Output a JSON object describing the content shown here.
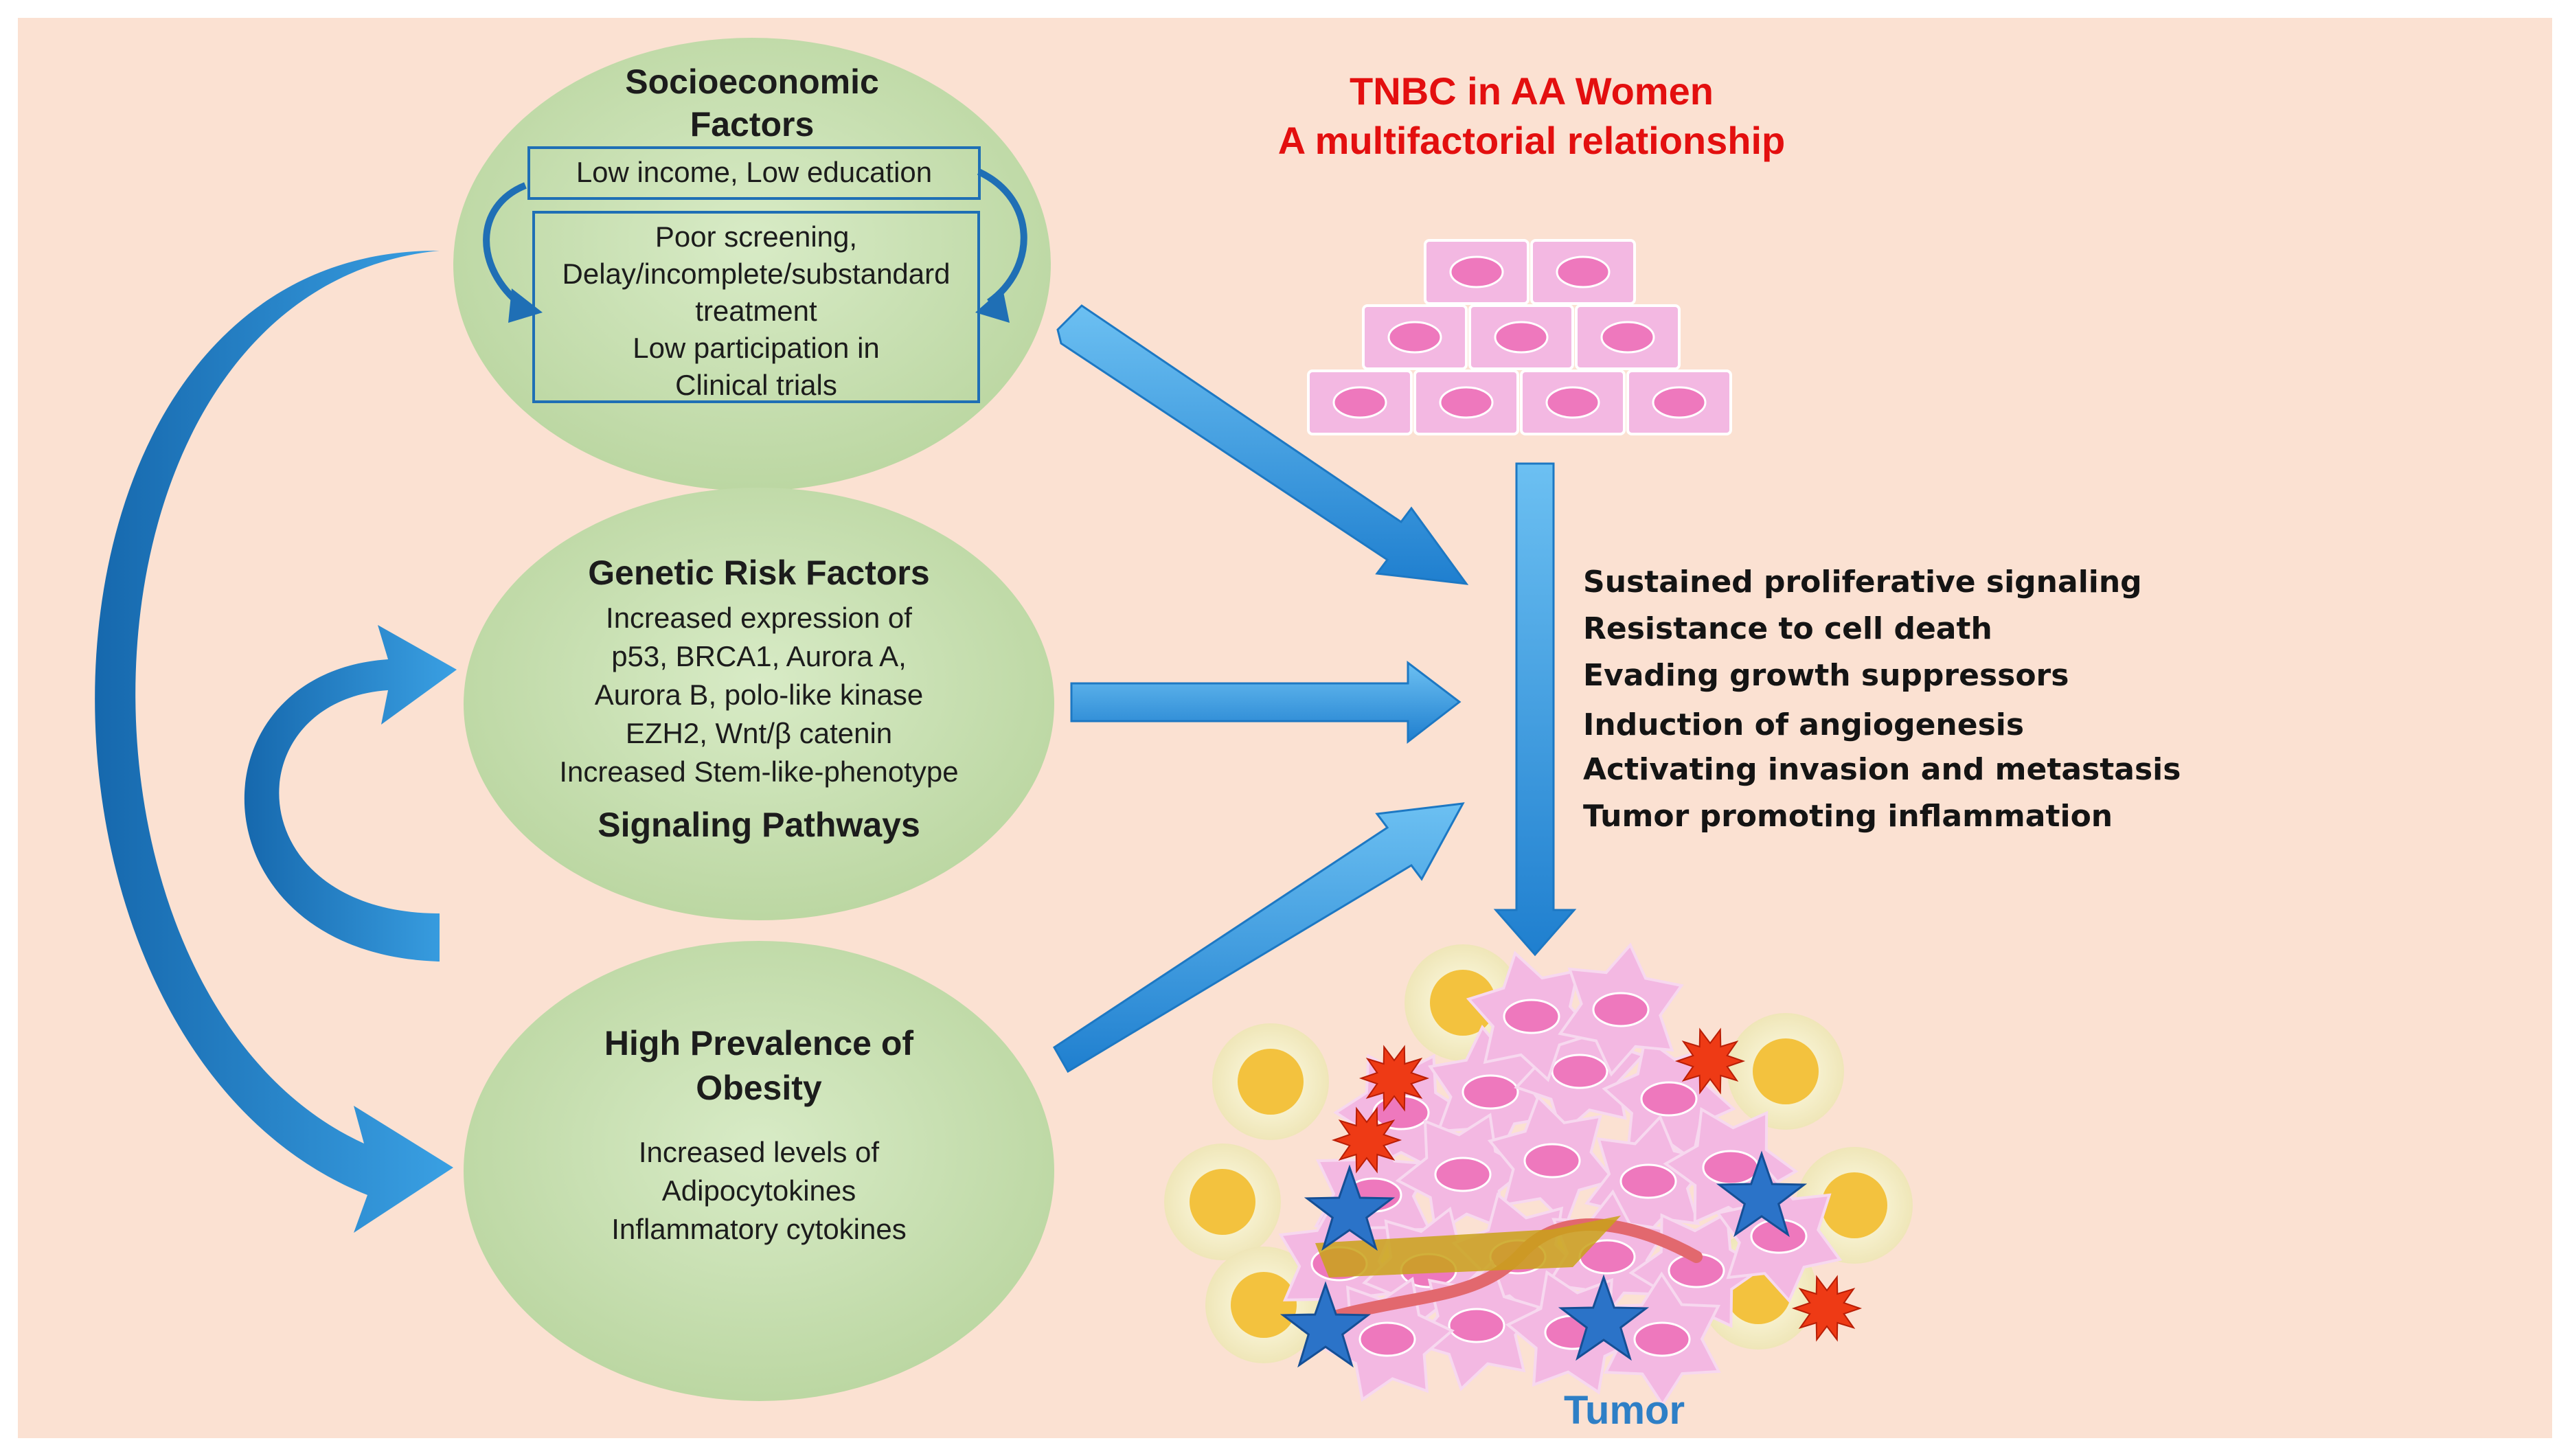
{
  "title": {
    "line1": "TNBC in AA Women",
    "line2": "A multifactorial relationship"
  },
  "socioeconomic": {
    "heading1": "Socioeconomic",
    "heading2": "Factors",
    "box1": "Low income, Low education",
    "box2": [
      "Poor screening,",
      "Delay/incomplete/substandard",
      "treatment",
      "Low participation in",
      "Clinical trials"
    ]
  },
  "genetic": {
    "heading": "Genetic Risk Factors",
    "lines": [
      "Increased expression of",
      "p53, BRCA1, Aurora A,",
      "Aurora B, polo-like kinase",
      "EZH2, Wnt/β catenin",
      "Increased Stem-like-phenotype"
    ],
    "footer": "Signaling Pathways"
  },
  "obesity": {
    "heading1": "High Prevalence of",
    "heading2": "Obesity",
    "lines": [
      "Increased levels of",
      "Adipocytokines",
      "Inflammatory cytokines"
    ]
  },
  "hallmarks": [
    "Sustained proliferative signaling",
    "Resistance to cell death",
    "Evading growth suppressors",
    "Induction of angiogenesis",
    "Activating invasion and metastasis",
    "Tumor promoting inflammation"
  ],
  "tumor_label": "Tumor",
  "colors": {
    "background": "#fbe1d2",
    "ellipse_fill": "#c9dfb4",
    "arrow": "#2f8fd6",
    "curved_arrow": "#1e7cc4",
    "title_red": "#e30f0f",
    "cell_pink": "#f3b8e2",
    "nucleus": "#ee78bd",
    "adipocyte": "#f3c23e",
    "star_blue": "#2b73c8",
    "burst_red": "#ee3a15"
  }
}
